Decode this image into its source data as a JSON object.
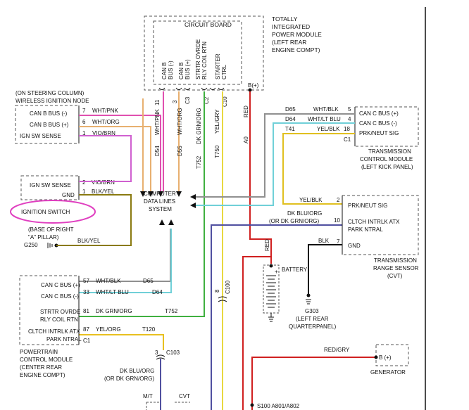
{
  "colors": {
    "wht_pnk": "#e050b0",
    "wht_org": "#e8b070",
    "vio_brn": "#d060d0",
    "blk_yel": "#8a7a10",
    "dk_grn_org": "#40b040",
    "yel_gry": "#e8d840",
    "red": "#d02020",
    "red_gry": "#d02020",
    "wht_blk": "#909090",
    "wht_lt_blu": "#70d0d8",
    "yel_blk": "#e0c020",
    "dk_blu_org": "#5050a0",
    "blk": "#111111",
    "yel_org": "#e8c020",
    "highlight": "#e040c0"
  },
  "tipm": {
    "title": "CIRCUIT BOARD",
    "desc": [
      "TOTALLY",
      "INTEGRATED",
      "POWER MODULE",
      "(LEFT REAR",
      "ENGINE COMPT)"
    ],
    "pins": [
      {
        "label1": "CAN B",
        "label2": "BUS (-)",
        "pin": "11"
      },
      {
        "label1": "CAN B",
        "label2": "BUS (+)",
        "pin": "3"
      },
      {
        "label1": "STRTR OVRDE",
        "label2": "RLY COIL RTN",
        "pin": "C3"
      },
      {
        "label1": "",
        "label2": "",
        "pin": "C2"
      },
      {
        "label1": "STARTER",
        "label2": "CTRL",
        "pin": "C10"
      }
    ],
    "b_plus": "B(+)"
  },
  "win": {
    "title": [
      "(ON STEERING COLUMN)",
      "WIRELESS IGNITION NODE"
    ],
    "rows": [
      {
        "label": "CAN B BUS (-)",
        "pin": "7",
        "wire": "WHT/PNK"
      },
      {
        "label": "CAN B BUS (+)",
        "pin": "6",
        "wire": "WHT/ORG"
      },
      {
        "label": "IGN SW SENSE",
        "pin": "1",
        "wire": "VIO/BRN"
      }
    ]
  },
  "ign": {
    "rows": [
      {
        "label": "IGN SW SENSE",
        "pin": "2",
        "wire": "VIO/BRN"
      },
      {
        "label": "GND",
        "pin": "1",
        "wire": "BLK/YEL"
      }
    ],
    "title": "IGNITION SWITCH",
    "mount": [
      "(BASE OF RIGHT",
      "\"A\" PILLAR)"
    ],
    "ground": "G250",
    "ground_wire": "BLK/YEL"
  },
  "vert": {
    "wht_pnk": "WHT/PNK",
    "wht_org": "WHT/ORG",
    "d54": "D54",
    "d55": "D55",
    "dk_grn_org": "DK GRN/ORG",
    "t752": "T752",
    "yel_gry": "YEL/GRY",
    "t750": "T750",
    "red": "RED",
    "a0": "A0",
    "red2": "RED",
    "c100_pin": "8",
    "c100": "C100"
  },
  "cdls": [
    "COMPUTER",
    "DATA LINES",
    "SYSTEM"
  ],
  "tcm": {
    "rows": [
      {
        "label": "CAN C BUS (+)",
        "pin": "5",
        "wire": "WHT/BLK",
        "circuit": "D65"
      },
      {
        "label": "CAN C BUS (-)",
        "pin": "4",
        "wire": "WHT/LT BLU",
        "circuit": "D64"
      },
      {
        "label": "PRK/NEUT SIG",
        "pin": "18",
        "wire": "YEL/BLK",
        "circuit": "T41"
      }
    ],
    "conn": "C1",
    "desc": [
      "TRANSMISSION",
      "CONTROL MODULE",
      "(LEFT KICK PANEL)"
    ]
  },
  "trs": {
    "rows": [
      {
        "label": "PRK/NEUT SIG",
        "pin": "2"
      },
      {
        "label": "CLTCH INTRLK ATX",
        "pin": "10"
      },
      {
        "label": "PARK NTRAL",
        "pin": ""
      },
      {
        "label": "GND",
        "pin": "7"
      }
    ],
    "yel_blk": "YEL/BLK",
    "dkblu": [
      "DK BLU/ORG",
      "(OR DK GRN/ORG)"
    ],
    "blk": "BLK",
    "desc": [
      "TRANSMISSION",
      "RANGE SENSOR",
      "(CVT)"
    ],
    "ground": [
      "G303",
      "(LEFT REAR",
      "QUARTERPANEL)"
    ]
  },
  "battery": {
    "label": "BATTERY",
    "plus": "+"
  },
  "pcm": {
    "rows": [
      {
        "label": "CAN C BUS (+)",
        "pin": "57",
        "wire": "WHT/BLK",
        "circuit": "D65"
      },
      {
        "label": "CAN C BUS (-)",
        "pin": "33",
        "wire": "WHT/LT BLU",
        "circuit": "D64"
      },
      {
        "label": "STRTR OVRDE",
        "pin": "81",
        "wire": "DK GRN/ORG",
        "circuit": "T752"
      },
      {
        "label": "RLY COIL RTN",
        "pin": "",
        "wire": "",
        "circuit": ""
      },
      {
        "label": "CLTCH INTRLK ATX",
        "pin": "87",
        "wire": "YEL/ORG",
        "circuit": "T120"
      },
      {
        "label": "PARK NTRAL",
        "pin": "C1",
        "wire": "",
        "circuit": ""
      }
    ],
    "desc": [
      "POWERTRAIN",
      "CONTROL MODULE",
      "(CENTER REAR",
      "ENGINE COMPT)"
    ]
  },
  "c103": {
    "pin": "3",
    "name": "C103",
    "wire": [
      "DK BLU/ORG",
      "(OR DK GRN/ORG)"
    ]
  },
  "mt": "M/T",
  "cvt": "CVT",
  "gen": {
    "wire": "RED/GRY",
    "label": "B (+)",
    "name": "GENERATOR"
  },
  "splice": "S100  A801/A802"
}
